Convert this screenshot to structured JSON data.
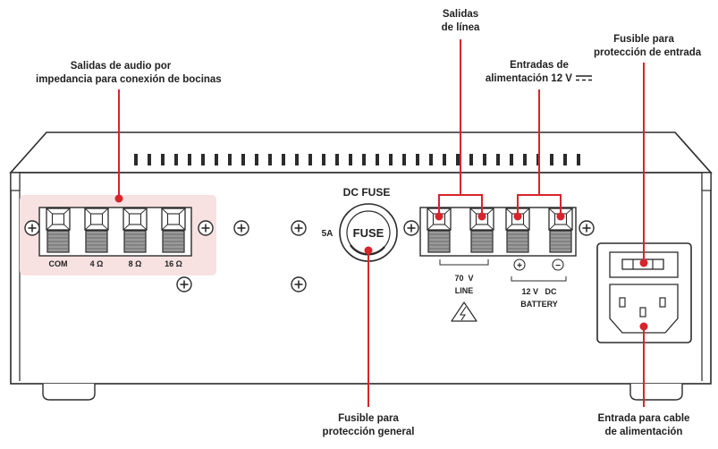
{
  "callouts": {
    "audio_outputs": {
      "line1": "Salidas de audio por",
      "line2": "impedancia para conexión de bocinas"
    },
    "line_outputs": {
      "line1": "Salidas",
      "line2": "de línea"
    },
    "power_inputs": {
      "line1": "Entradas de",
      "line2": "alimentación 12 V"
    },
    "input_fuse": {
      "line1": "Fusible para",
      "line2": "protección de entrada"
    },
    "general_fuse": {
      "line1": "Fusible para",
      "line2": "protección general"
    },
    "power_cable": {
      "line1": "Entrada para cable",
      "line2": "de alimentación"
    }
  },
  "panel": {
    "dc_fuse_title": "DC FUSE",
    "fuse_rating": "5A",
    "fuse_label": "FUSE",
    "speaker_terminals": [
      "COM",
      "4 Ω",
      "8 Ω",
      "16 Ω"
    ],
    "line_voltage": "70  V",
    "line_label": "LINE",
    "battery_voltage": "12 V   DC",
    "battery_label": "BATTERY",
    "plus_symbol": "+",
    "minus_symbol": "−"
  },
  "colors": {
    "accent": "#d8242b",
    "highlight": "#f7e1e1",
    "outline": "#2b2b2b",
    "terminal_fill": "#9a9a9a"
  }
}
